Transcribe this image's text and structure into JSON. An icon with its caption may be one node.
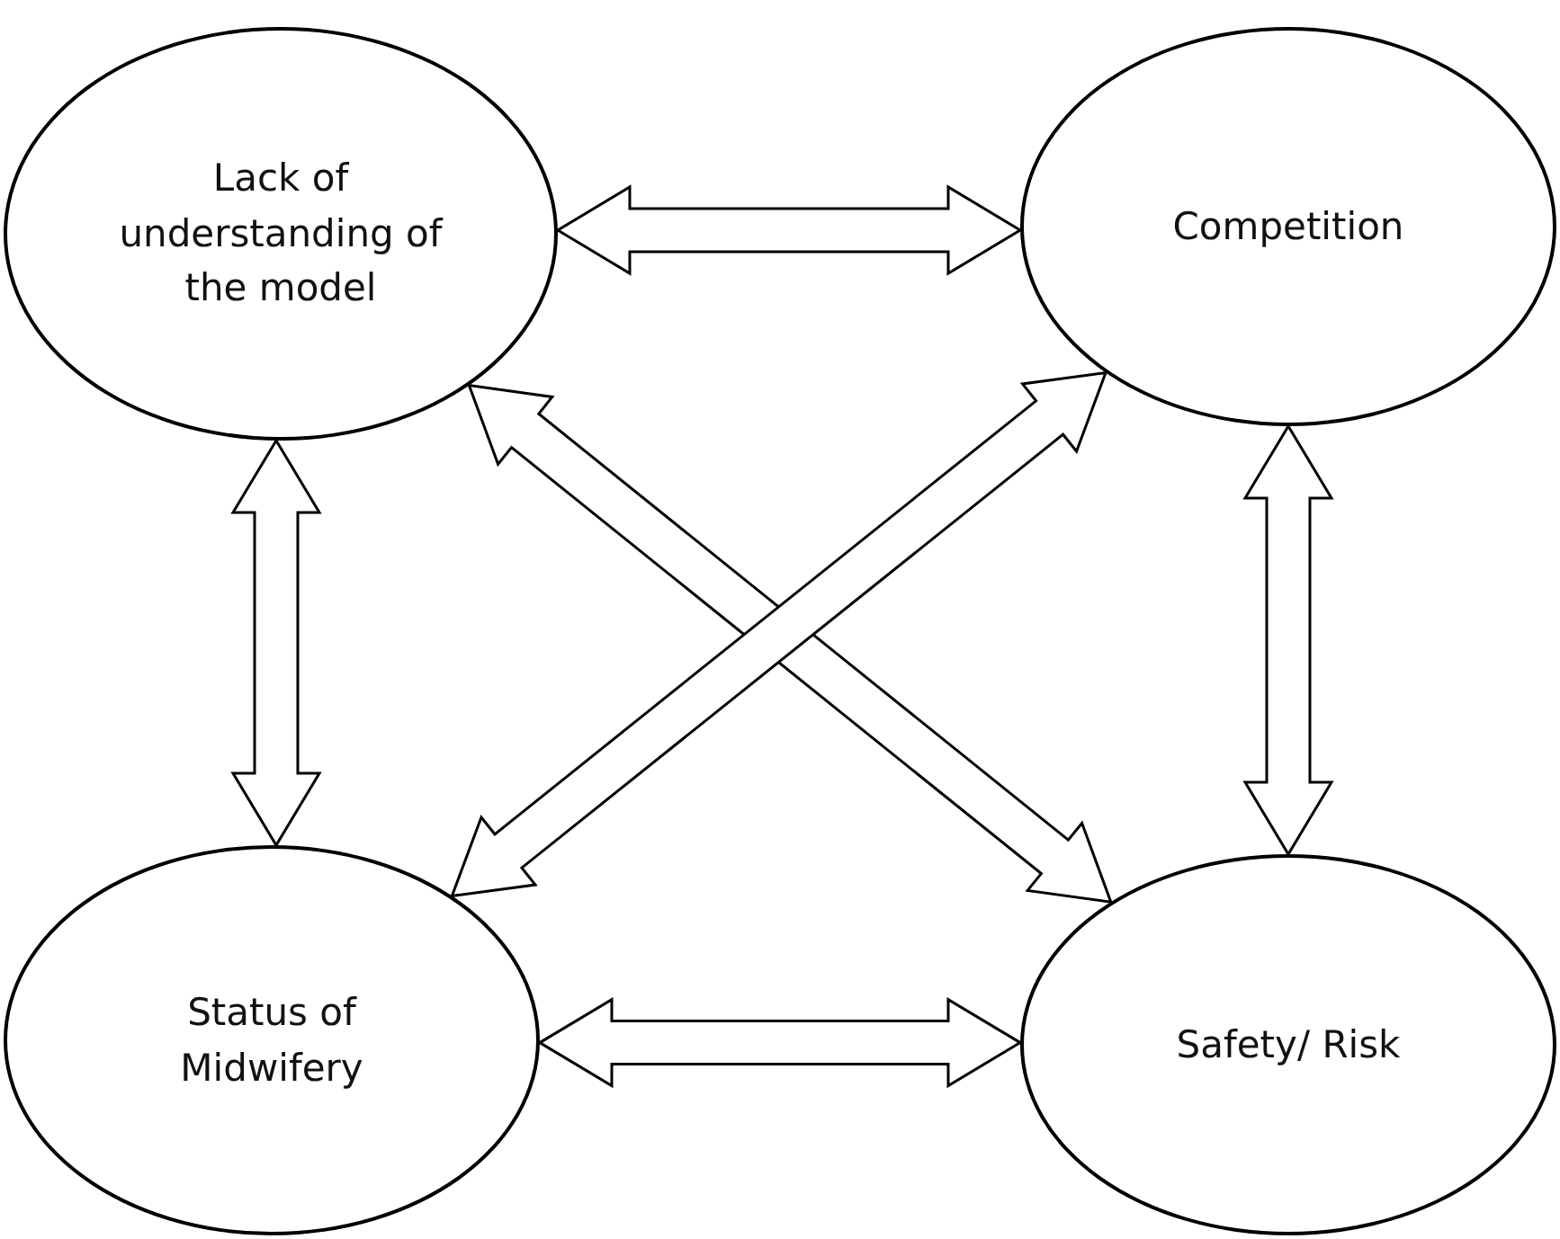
{
  "diagram": {
    "nodes": [
      {
        "text": [
          "Lack of understanding of the model"
        ]
      },
      {
        "text": [
          "Competition"
        ]
      },
      {
        "text": [
          "Status of Midwifery"
        ]
      },
      {
        "text": [
          "Safety/ Risk"
        ]
      }
    ],
    "edges": [
      {
        "from": 0,
        "to": 1,
        "arrow": "both"
      },
      {
        "from": 0,
        "to": 2,
        "arrow": "both"
      },
      {
        "from": 1,
        "to": 3,
        "arrow": "both"
      },
      {
        "from": 2,
        "to": 3,
        "arrow": "both"
      },
      {
        "from": 0,
        "to": 3,
        "arrow": "both"
      },
      {
        "from": 2,
        "to": 1,
        "arrow": "both"
      }
    ]
  }
}
